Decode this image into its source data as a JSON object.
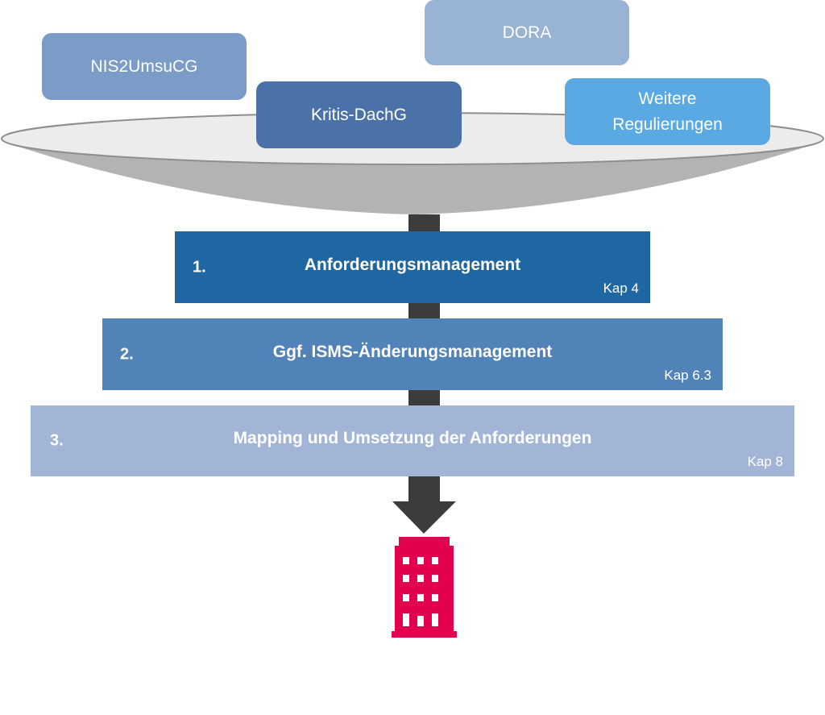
{
  "regulations": {
    "nis2": "NIS2UmsuCG",
    "dora": "DORA",
    "kritis": "Kritis-DachG",
    "weitere_line1": "Weitere",
    "weitere_line2": "Regulierungen"
  },
  "steps": [
    {
      "number": "1.",
      "title": "Anforderungsmanagement",
      "chapter": "Kap 4"
    },
    {
      "number": "2.",
      "title": "Ggf. ISMS-Änderungsmanagement",
      "chapter": "Kap 6.3"
    },
    {
      "number": "3.",
      "title": "Mapping und Umsetzung der Anforderungen",
      "chapter": "Kap 8"
    }
  ],
  "icons": {
    "funnel": "funnel-icon",
    "arrow": "arrow-down-icon",
    "building": "building-icon"
  },
  "colors": {
    "funnel_fill": "#b3b3b3",
    "funnel_rim": "#ececec",
    "arrow": "#3c3c3c",
    "building": "#e3004f",
    "step1": "#1f67a3",
    "step2": "#5183b8",
    "step3": "#a2b5d6"
  }
}
